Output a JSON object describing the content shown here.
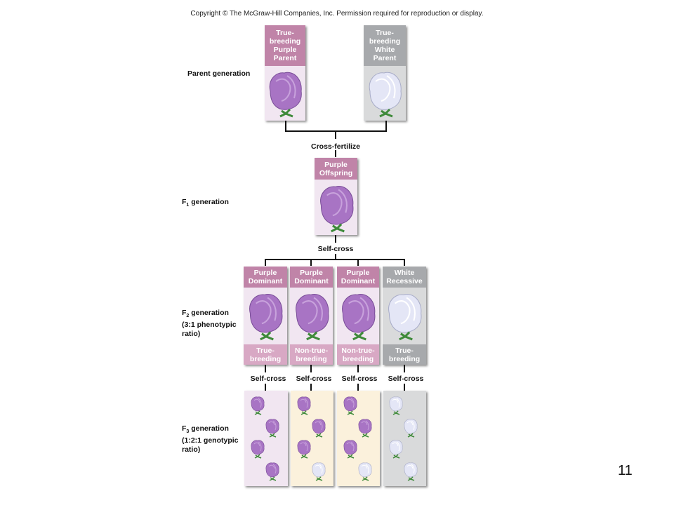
{
  "copyright": "Copyright © The McGraw-Hill Companies, Inc. Permission required for reproduction or display.",
  "page_number": "11",
  "generations": {
    "parent": "Parent generation",
    "f1": {
      "prefix": "F",
      "sub": "1",
      "suffix": " generation"
    },
    "f2": {
      "prefix": "F",
      "sub": "2",
      "suffix": " generation\n(3:1 phenotypic\nratio)"
    },
    "f3": {
      "prefix": "F",
      "sub": "3",
      "suffix": " generation\n(1:2:1 genotypic\nratio)"
    }
  },
  "parents": [
    {
      "label": "True-\nbreeding\nPurple\nParent",
      "color": "purple"
    },
    {
      "label": "True-\nbreeding\nWhite\nParent",
      "color": "white"
    }
  ],
  "cross_fertilize": "Cross-fertilize",
  "f1_offspring": {
    "label": "Purple\nOffspring",
    "color": "purple"
  },
  "self_cross": "Self-cross",
  "f2": [
    {
      "label": "Purple\nDominant",
      "footer": "True-\nbreeding",
      "color": "purple"
    },
    {
      "label": "Purple\nDominant",
      "footer": "Non-true-\nbreeding",
      "color": "purple"
    },
    {
      "label": "Purple\nDominant",
      "footer": "Non-true-\nbreeding",
      "color": "purple"
    },
    {
      "label": "White\nRecessive",
      "footer": "True-\nbreeding",
      "color": "white"
    }
  ],
  "f2_self_cross": [
    "Self-cross",
    "Self-cross",
    "Self-cross",
    "Self-cross"
  ],
  "f3_columns": [
    {
      "flowers": [
        "purple",
        "purple",
        "purple",
        "purple"
      ]
    },
    {
      "flowers": [
        "purple",
        "purple",
        "purple",
        "white"
      ]
    },
    {
      "flowers": [
        "purple",
        "purple",
        "purple",
        "white"
      ]
    },
    {
      "flowers": [
        "white",
        "white",
        "white",
        "white"
      ]
    }
  ],
  "colors": {
    "purple_header": "#c084a8",
    "purple_panel": "#f1e6f1",
    "white_header": "#a7a9ac",
    "white_panel": "#d9dadb",
    "heterozygous_panel": "#fbf1dc",
    "footer_purple": "#d8a8c4",
    "flower_purple": "#a874c4",
    "flower_white": "#e4e6f6",
    "stem": "#3e8a3a"
  }
}
